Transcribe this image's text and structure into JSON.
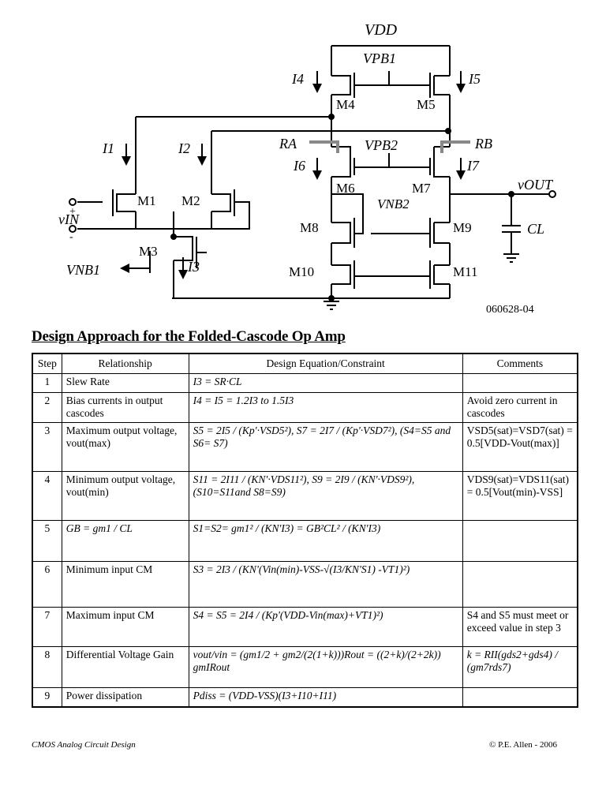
{
  "schematic": {
    "labels": {
      "vdd": "VDD",
      "vpb1": "VPB1",
      "vpb2": "VPB2",
      "vnb2": "VNB2",
      "vnb1": "VNB1",
      "vin": "vIN",
      "vin_plus": "+",
      "vin_minus": "-",
      "vout": "vOUT",
      "cl": "CL",
      "ra": "RA",
      "rb": "RB",
      "i1": "I1",
      "i2": "I2",
      "i3": "I3",
      "i4": "I4",
      "i5": "I5",
      "i6": "I6",
      "i7": "I7",
      "m1": "M1",
      "m2": "M2",
      "m3": "M3",
      "m4": "M4",
      "m5": "M5",
      "m6": "M6",
      "m7": "M7",
      "m8": "M8",
      "m9": "M9",
      "m10": "M10",
      "m11": "M11",
      "figure_id": "060628-04"
    }
  },
  "heading": "Design Approach for the Folded-Cascode Op Amp",
  "table": {
    "headers": [
      "Step",
      "Relationship",
      "Design Equation/Constraint",
      "Comments"
    ],
    "rows": [
      {
        "step": "1",
        "relationship": "Slew Rate",
        "equation": "I3 = SR·CL",
        "comment": ""
      },
      {
        "step": "2",
        "relationship": "Bias currents in output cascodes",
        "equation": "I4 = I5 = 1.2I3 to 1.5I3",
        "comment": "Avoid zero current in cascodes"
      },
      {
        "step": "3",
        "relationship": "Maximum output voltage, vout(max)",
        "equation": "S5 = 2I5 / (Kp'·VSD5²), S7 = 2I7 / (Kp'·VSD7²), (S4=S5 and S6= S7)",
        "comment": "VSD5(sat)=VSD7(sat) = 0.5[VDD-Vout(max)]"
      },
      {
        "step": "4",
        "relationship": "Minimum output voltage, vout(min)",
        "equation": "S11 = 2I11 / (KN'·VDS11²), S9 = 2I9 / (KN'·VDS9²), (S10=S11and S8=S9)",
        "comment": "VDS9(sat)=VDS11(sat) = 0.5[Vout(min)-VSS]"
      },
      {
        "step": "5",
        "relationship": "GB = gm1 / CL",
        "equation": "S1=S2= gm1² / (KN'I3) = GB²CL² / (KN'I3)",
        "comment": ""
      },
      {
        "step": "6",
        "relationship": "Minimum input CM",
        "equation": "S3 = 2I3 / (KN'(Vin(min)-VSS-√(I3/KN'S1) -VT1)²)",
        "comment": ""
      },
      {
        "step": "7",
        "relationship": "Maximum input CM",
        "equation": "S4 = S5 = 2I4 / (Kp'(VDD-Vin(max)+VT1)²)",
        "comment": "S4 and S5 must meet or exceed value in step 3"
      },
      {
        "step": "8",
        "relationship": "Differential Voltage Gain",
        "equation": "vout/vin = (gm1/2 + gm2/(2(1+k)))Rout = ((2+k)/(2+2k)) gmIRout",
        "comment": "k = RII(gds2+gds4) / (gm7rds7)"
      },
      {
        "step": "9",
        "relationship": "Power dissipation",
        "equation": "Pdiss = (VDD-VSS)(I3+I10+I11)",
        "comment": ""
      }
    ]
  },
  "footer": {
    "left": "CMOS Analog Circuit Design",
    "right": "© P.E. Allen - 2006"
  }
}
